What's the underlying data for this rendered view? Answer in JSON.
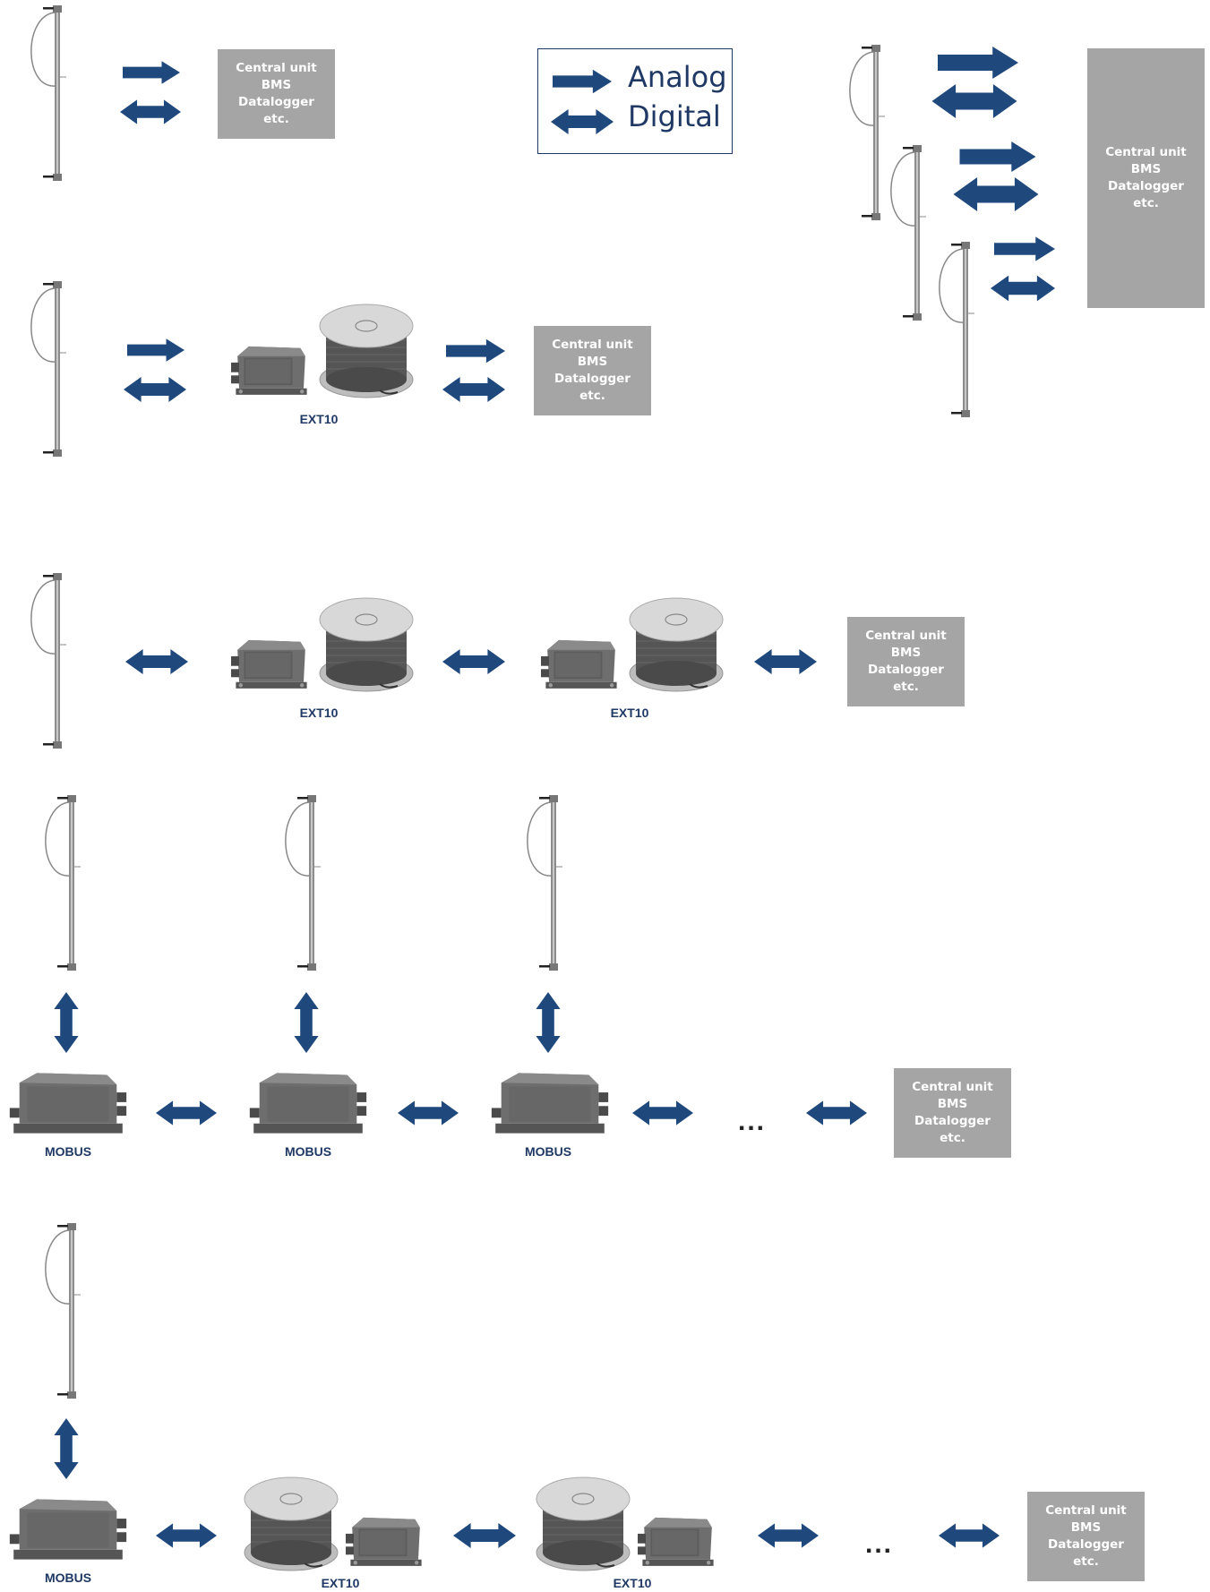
{
  "legend": {
    "analog": "Analog",
    "digital": "Digital"
  },
  "central_unit": {
    "line1": "Central unit",
    "line2": "BMS",
    "line3": "Datalogger",
    "line4": "etc."
  },
  "labels": {
    "ext10": "EXT10",
    "mobus": "MOBUS"
  },
  "ellipsis": "...",
  "colors": {
    "arrow": "#1f497d",
    "box": "#a5a5a5",
    "text": "#ffffff"
  }
}
